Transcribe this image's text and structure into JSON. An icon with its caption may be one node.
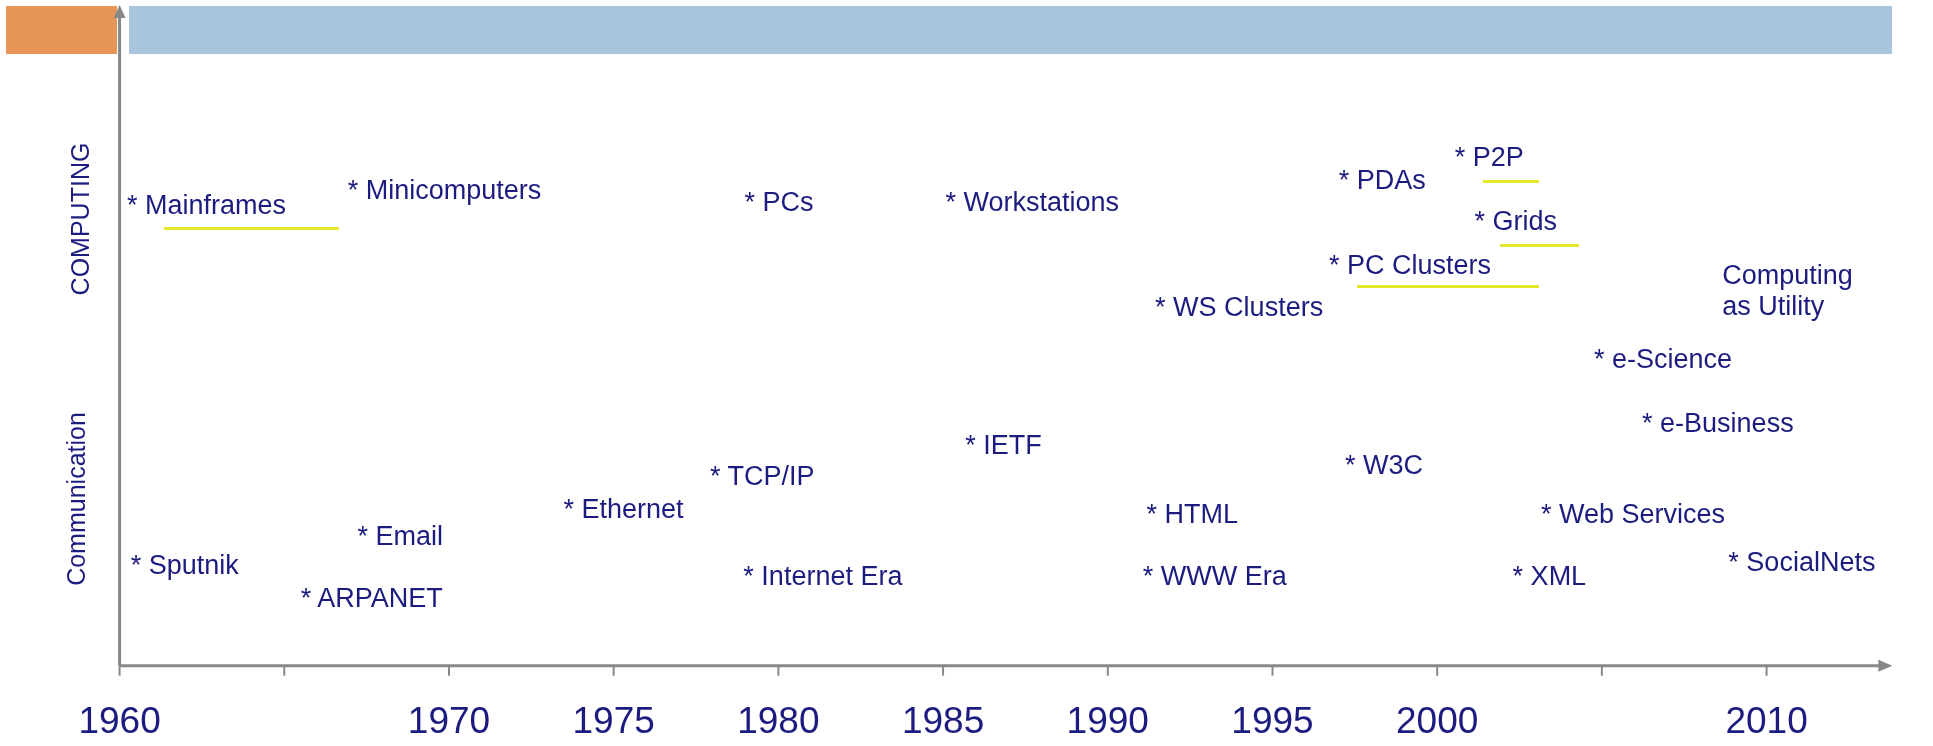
{
  "diagram": {
    "labels": [
      "COMPUTING",
      "* P2P",
      "* PDAs",
      "* Minicomputers",
      "* Mainframes",
      "* PCs",
      "* Workstations",
      "* Grids",
      "* PC Clusters",
      "Computing as Utility",
      "* WS Clusters",
      "* e-Science",
      "Communication",
      "* e-Business",
      "* IETF",
      "* W3C",
      "* TCP/IP",
      "* Ethernet",
      "* HTML",
      "* Web Services",
      "* Email",
      "* SocialNets",
      "* Sputnik",
      "* Internet Era",
      "* WWW Era",
      "* XML",
      "* ARPANET",
      "1960",
      "1970",
      "1975",
      "1980",
      "1985",
      "1990",
      "1995",
      "2000",
      "2010"
    ]
  }
}
